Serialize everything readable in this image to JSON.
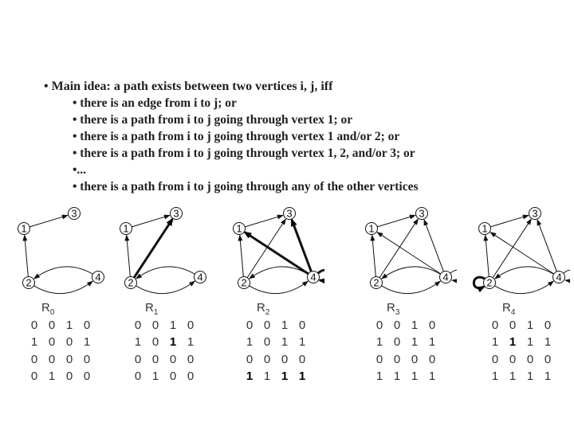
{
  "bullets": {
    "main": "• Main idea: a path exists between two vertices i, j, iff",
    "items": [
      "• there is an edge from i to j; or",
      "• there is a path  from i to j going through vertex 1; or",
      "• there is a path  from i to j going through vertex 1 and/or 2; or",
      "• there is a path  from i to j going through vertex 1, 2, and/or 3; or",
      "•...",
      "• there is a path  from i to j going through any of the other vertices"
    ]
  },
  "node_labels": [
    "1",
    "2",
    "3",
    "4"
  ],
  "matrices": [
    {
      "label": "R",
      "sub": "0",
      "rows": [
        [
          "0",
          "0",
          "1",
          "0"
        ],
        [
          "1",
          "0",
          "0",
          "1"
        ],
        [
          "0",
          "0",
          "0",
          "0"
        ],
        [
          "0",
          "1",
          "0",
          "0"
        ]
      ],
      "new": []
    },
    {
      "label": "R",
      "sub": "1",
      "rows": [
        [
          "0",
          "0",
          "1",
          "0"
        ],
        [
          "1",
          "0",
          "1",
          "1"
        ],
        [
          "0",
          "0",
          "0",
          "0"
        ],
        [
          "0",
          "1",
          "0",
          "0"
        ]
      ],
      "new": [
        [
          1,
          2
        ]
      ]
    },
    {
      "label": "R",
      "sub": "2",
      "rows": [
        [
          "0",
          "0",
          "1",
          "0"
        ],
        [
          "1",
          "0",
          "1",
          "1"
        ],
        [
          "0",
          "0",
          "0",
          "0"
        ],
        [
          "1",
          "1",
          "1",
          "1"
        ]
      ],
      "new": [
        [
          3,
          0
        ],
        [
          3,
          2
        ],
        [
          3,
          3
        ]
      ]
    },
    {
      "label": "R",
      "sub": "3",
      "rows": [
        [
          "0",
          "0",
          "1",
          "0"
        ],
        [
          "1",
          "0",
          "1",
          "1"
        ],
        [
          "0",
          "0",
          "0",
          "0"
        ],
        [
          "1",
          "1",
          "1",
          "1"
        ]
      ],
      "new": []
    },
    {
      "label": "R",
      "sub": "4",
      "rows": [
        [
          "0",
          "0",
          "1",
          "0"
        ],
        [
          "1",
          "1",
          "1",
          "1"
        ],
        [
          "0",
          "0",
          "0",
          "0"
        ],
        [
          "1",
          "1",
          "1",
          "1"
        ]
      ],
      "new": [
        [
          1,
          1
        ]
      ]
    }
  ],
  "graphs": [
    {
      "edges": [
        [
          1,
          3
        ],
        [
          2,
          1
        ],
        [
          2,
          4
        ],
        [
          4,
          2
        ]
      ],
      "bold": [],
      "loops": []
    },
    {
      "edges": [
        [
          1,
          3
        ],
        [
          2,
          1
        ],
        [
          2,
          4
        ],
        [
          4,
          2
        ],
        [
          2,
          3
        ]
      ],
      "bold": [
        [
          2,
          3
        ]
      ],
      "loops": []
    },
    {
      "edges": [
        [
          1,
          3
        ],
        [
          2,
          1
        ],
        [
          2,
          4
        ],
        [
          4,
          2
        ],
        [
          2,
          3
        ],
        [
          4,
          1
        ],
        [
          4,
          3
        ]
      ],
      "bold": [
        [
          4,
          1
        ],
        [
          4,
          3
        ]
      ],
      "loops": [
        {
          "node": 4,
          "bold": true
        }
      ]
    },
    {
      "edges": [
        [
          1,
          3
        ],
        [
          2,
          1
        ],
        [
          2,
          4
        ],
        [
          4,
          2
        ],
        [
          2,
          3
        ],
        [
          4,
          1
        ],
        [
          4,
          3
        ]
      ],
      "bold": [],
      "loops": [
        {
          "node": 4,
          "bold": false
        }
      ]
    },
    {
      "edges": [
        [
          1,
          3
        ],
        [
          2,
          1
        ],
        [
          2,
          4
        ],
        [
          4,
          2
        ],
        [
          2,
          3
        ],
        [
          4,
          1
        ],
        [
          4,
          3
        ]
      ],
      "bold": [],
      "loops": [
        {
          "node": 4,
          "bold": false
        },
        {
          "node": 2,
          "bold": true
        }
      ]
    }
  ]
}
